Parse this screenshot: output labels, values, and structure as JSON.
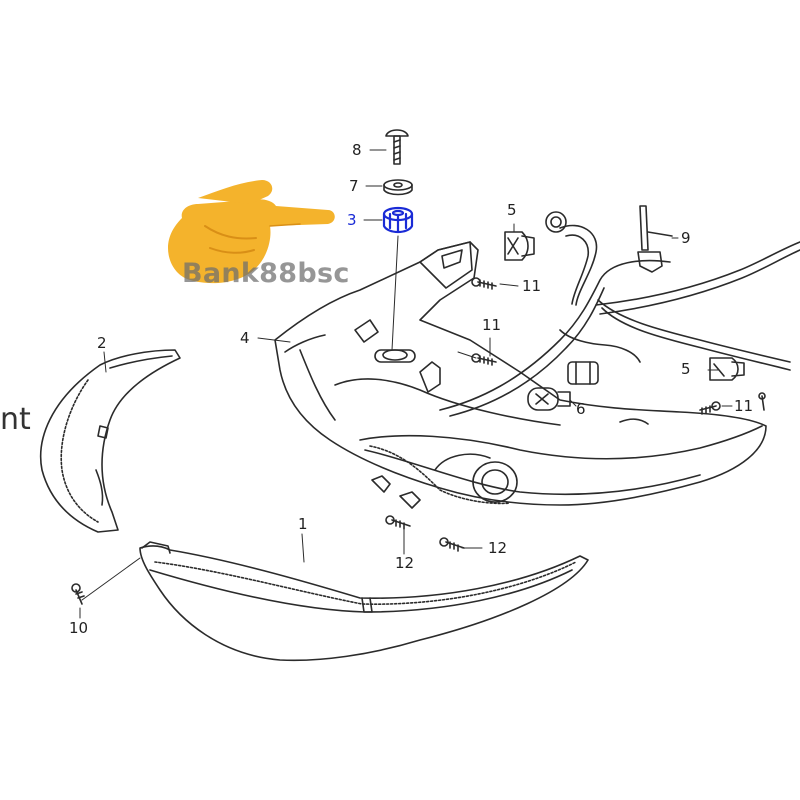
{
  "colors": {
    "line": "#2b2b2b",
    "accent": "#1a2bd6",
    "hand": "#f4b32c",
    "hand_shade": "#d98f16"
  },
  "watermark": "Bank88bsc",
  "edge_text": "nt",
  "pointer_icon": "pointing-hand-icon",
  "callouts": {
    "c1": "1",
    "c2": "2",
    "c3": "3",
    "c4": "4",
    "c5a": "5",
    "c5b": "5",
    "c6": "6",
    "c7": "7",
    "c8": "8",
    "c9": "9",
    "c10": "10",
    "c11a": "11",
    "c11b": "11",
    "c11c": "11",
    "c12a": "12",
    "c12b": "12"
  }
}
